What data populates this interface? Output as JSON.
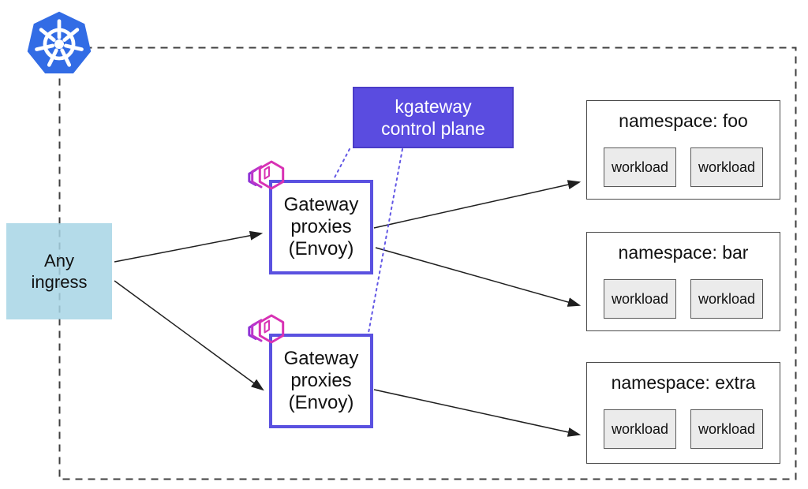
{
  "colors": {
    "k8s_blue": "#326ce5",
    "ingress_fill": "#a7d5e5",
    "control_plane_fill": "#5a4ce0",
    "gateway_border": "#5a51e0",
    "envoy_pink": "#d832b4",
    "envoy_purple": "#8f35d6",
    "arrow_black": "#1f1f1f",
    "control_link_purple": "#6257e5",
    "cluster_border_gray": "#3f3f3f"
  },
  "icons": {
    "kubernetes": "kubernetes-helm-icon",
    "envoy": "envoy-proxy-icon"
  },
  "ingress": {
    "label": "Any ingress"
  },
  "control_plane": {
    "label": "kgateway control plane"
  },
  "gateways": [
    {
      "label": "Gateway proxies (Envoy)"
    },
    {
      "label": "Gateway proxies (Envoy)"
    }
  ],
  "namespaces": [
    {
      "title": "namespace: foo",
      "workloads": [
        "workload",
        "workload"
      ]
    },
    {
      "title": "namespace: bar",
      "workloads": [
        "workload",
        "workload"
      ]
    },
    {
      "title": "namespace: extra",
      "workloads": [
        "workload",
        "workload"
      ]
    }
  ]
}
